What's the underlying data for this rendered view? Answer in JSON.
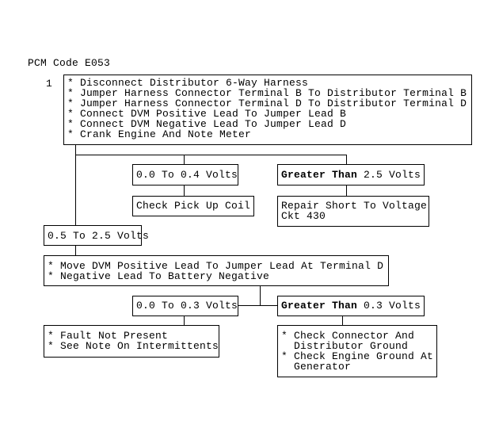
{
  "title": "PCM Code E053",
  "step_number": "1",
  "step1": {
    "lines": [
      "* Disconnect Distributor 6-Way Harness",
      "* Jumper Harness Connector Terminal B To Distributor Terminal B",
      "* Jumper Harness Connector Terminal D To Distributor Terminal D",
      "* Connect DVM Positive Lead To Jumper Lead B",
      "* Connect DVM Negative Lead To Jumper Lead D",
      "* Crank Engine And Note Meter"
    ]
  },
  "branch_a": {
    "label": "0.0 To 0.4 Volts",
    "action": "Check Pick Up Coil"
  },
  "branch_b": {
    "label_bold": "Greater Than",
    "label_rest": " 2.5 Volts",
    "action_lines": [
      "Repair Short To Voltage",
      "Ckt 430"
    ]
  },
  "branch_c": {
    "label": "0.5 To 2.5 Volts"
  },
  "step2": {
    "lines": [
      "* Move DVM Positive Lead To Jumper Lead At Terminal D",
      "* Negative Lead To Battery Negative"
    ]
  },
  "branch_d": {
    "label": "0.0 To 0.3 Volts",
    "action_lines": [
      "* Fault Not Present",
      "* See Note On Intermittents"
    ]
  },
  "branch_e": {
    "label_bold": "Greater Than",
    "label_rest": " 0.3 Volts",
    "action_lines": [
      "* Check Connector And",
      "  Distributor Ground",
      "* Check Engine Ground At",
      "  Generator"
    ]
  }
}
